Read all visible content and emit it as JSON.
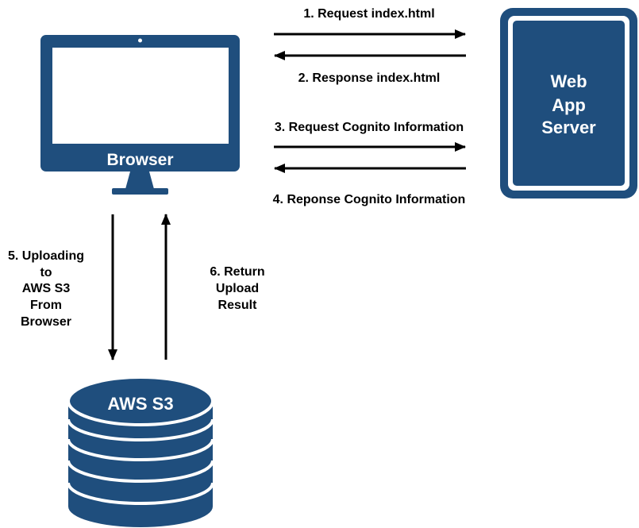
{
  "nodes": {
    "browser": "Browser",
    "server_line1": "Web",
    "server_line2": "App",
    "server_line3": "Server",
    "storage": "AWS S3"
  },
  "edges": {
    "e1": "1. Request index.html",
    "e2": "2. Response index.html",
    "e3": "3. Request Cognito Information",
    "e4": "4. Reponse Cognito Information",
    "e5_line1": "5. Uploading",
    "e5_line2": "to",
    "e5_line3": "AWS S3",
    "e5_line4": "From",
    "e5_line5": "Browser",
    "e6_line1": "6. Return",
    "e6_line2": "Upload",
    "e6_line3": "Result"
  },
  "colors": {
    "primary": "#1F4E7D",
    "arrow": "#000000",
    "background": "#FFFFFF"
  }
}
